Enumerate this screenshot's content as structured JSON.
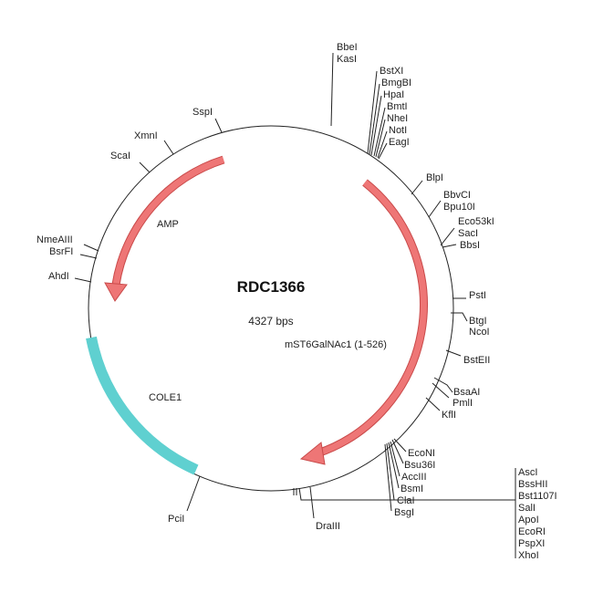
{
  "plasmid": {
    "name": "RDC1366",
    "size": "4327 bps"
  },
  "features": {
    "amp": {
      "label": "AMP",
      "color": "#e86a6a"
    },
    "insert": {
      "label": "mST6GalNAc1 (1-526)",
      "color": "#e86a6a"
    },
    "cole1": {
      "label": "COLE1",
      "color": "#5fd0d0"
    }
  },
  "sites": {
    "top": [
      "BbeI",
      "KasI"
    ],
    "top_right": [
      "BstXI",
      "BmgBI",
      "HpaI",
      "BmtI",
      "NheI",
      "NotI",
      "EagI"
    ],
    "blpi": "BlpI",
    "bbvci": [
      "BbvCI",
      "Bpu10I"
    ],
    "eco53ki": [
      "Eco53kI",
      "SacI",
      "BbsI"
    ],
    "psti": "PstI",
    "btgi": [
      "BtgI",
      "NcoI"
    ],
    "bsteii": "BstEII",
    "bsaai": [
      "BsaAI",
      "PmlI",
      "KflI"
    ],
    "econi": [
      "EcoNI",
      "Bsu36I",
      "AccIII",
      "BsmI",
      "ClaI",
      "BsgI"
    ],
    "mcs": [
      "AscI",
      "BssHII",
      "Bst1107I",
      "SalI",
      "ApoI",
      "EcoRI",
      "PspXI",
      "XhoI"
    ],
    "draiii": "DraIII",
    "pcii": "PciI",
    "sspi": "SspI",
    "xmni": "XmnI",
    "scai": "ScaI",
    "left": [
      "NmeAIII",
      "BsrFI"
    ],
    "ahdi": "AhdI"
  }
}
